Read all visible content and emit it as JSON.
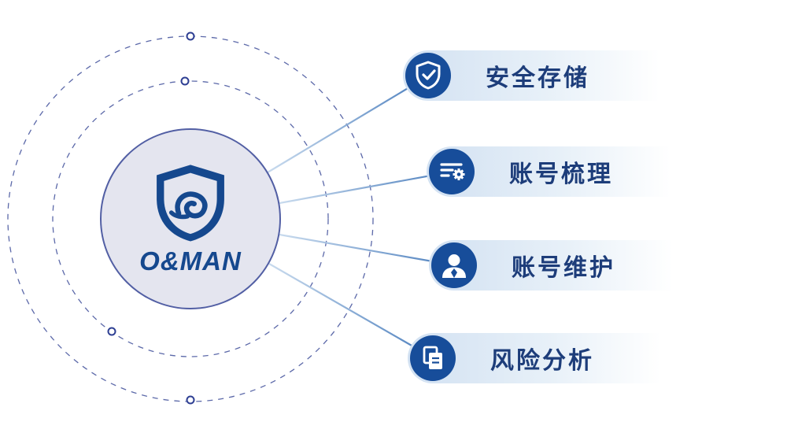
{
  "logo": {
    "brand": "O&MAN",
    "icon": "shield-wave-logo"
  },
  "features": [
    {
      "label": "安全存储",
      "icon": "shield-check-icon"
    },
    {
      "label": "账号梳理",
      "icon": "list-gear-icon"
    },
    {
      "label": "账号维护",
      "icon": "user-icon"
    },
    {
      "label": "风险分析",
      "icon": "documents-icon"
    }
  ],
  "colors": {
    "accent_blue": "#174d9a",
    "label_text": "#1d3d7a",
    "center_circle_fill": "#e4e5ef",
    "center_circle_border": "#525fa4",
    "pill_gradient_start": "#d2e1f2",
    "pill_gradient_end": "#ffffff",
    "orbit_dashed": "#404f9a",
    "connector_light": "#c9dbee",
    "connector_dark": "#4b7ebd"
  }
}
